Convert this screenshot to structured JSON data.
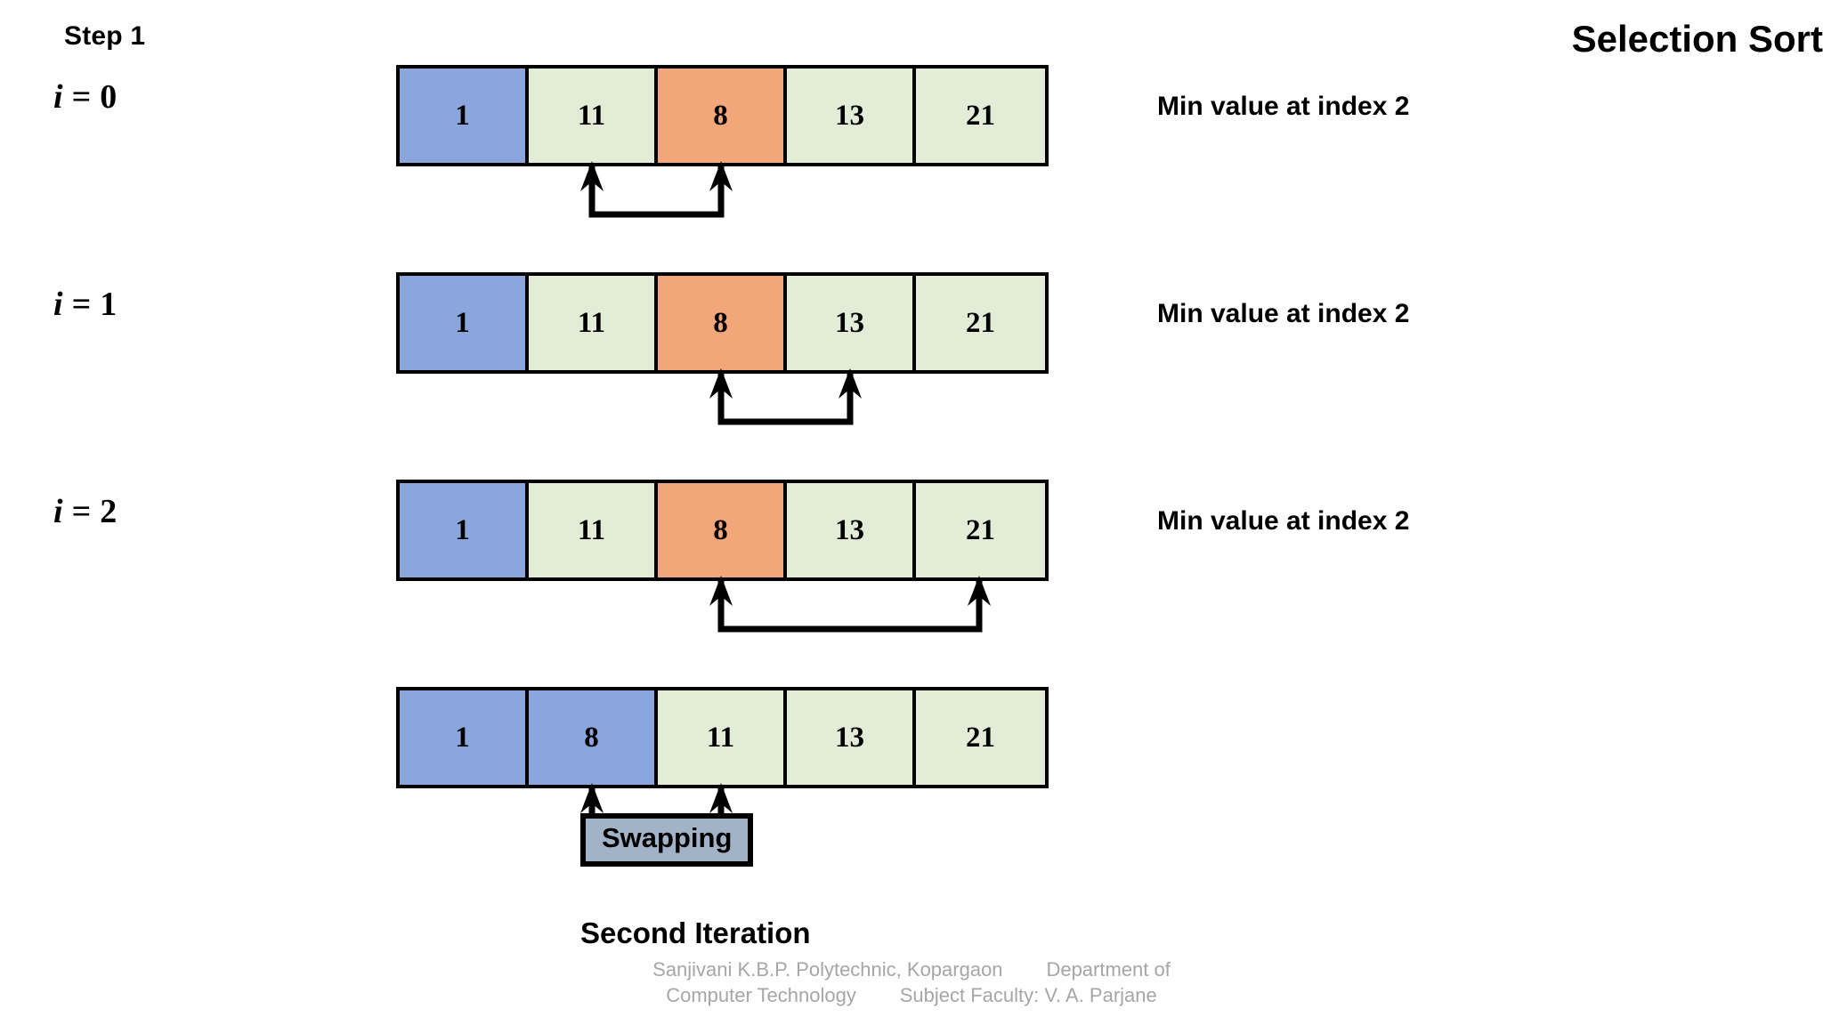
{
  "slide": {
    "step_label": "Step 1",
    "title": "Selection Sort",
    "second_iteration_label": "Second Iteration"
  },
  "rows": [
    {
      "iterator_var": "i",
      "iterator_eq": "=",
      "iterator_value": "0",
      "note": "Min value at index 2",
      "cells": [
        {
          "value": "1",
          "color": "blue"
        },
        {
          "value": "11",
          "color": "green"
        },
        {
          "value": "8",
          "color": "orange"
        },
        {
          "value": "13",
          "color": "green"
        },
        {
          "value": "21",
          "color": "green"
        }
      ],
      "arrow": {
        "from_index": 1,
        "to_index": 2
      }
    },
    {
      "iterator_var": "i",
      "iterator_eq": "=",
      "iterator_value": "1",
      "note": "Min value at index 2",
      "cells": [
        {
          "value": "1",
          "color": "blue"
        },
        {
          "value": "11",
          "color": "green"
        },
        {
          "value": "8",
          "color": "orange"
        },
        {
          "value": "13",
          "color": "green"
        },
        {
          "value": "21",
          "color": "green"
        }
      ],
      "arrow": {
        "from_index": 2,
        "to_index": 3
      }
    },
    {
      "iterator_var": "i",
      "iterator_eq": "=",
      "iterator_value": "2",
      "note": "Min value at index 2",
      "cells": [
        {
          "value": "1",
          "color": "blue"
        },
        {
          "value": "11",
          "color": "green"
        },
        {
          "value": "8",
          "color": "orange"
        },
        {
          "value": "13",
          "color": "green"
        },
        {
          "value": "21",
          "color": "green"
        }
      ],
      "arrow": {
        "from_index": 2,
        "to_index": 4
      }
    },
    {
      "iterator_var": "",
      "iterator_eq": "",
      "iterator_value": "",
      "note": "",
      "cells": [
        {
          "value": "1",
          "color": "blue"
        },
        {
          "value": "8",
          "color": "blue"
        },
        {
          "value": "11",
          "color": "green"
        },
        {
          "value": "13",
          "color": "green"
        },
        {
          "value": "21",
          "color": "green"
        }
      ],
      "arrow": {
        "from_index": 1,
        "to_index": 2
      },
      "badge": "Swapping"
    }
  ],
  "footer": {
    "line1": "Sanjivani K.B.P. Polytechnic, Kopargaon        Department of",
    "line2": "Computer Technology        Subject Faculty: V. A. Parjane"
  },
  "colors": {
    "blue": "#8ba6dd",
    "green": "#e2ecd7",
    "orange": "#f1a77a",
    "badge": "#a3b3c7",
    "stroke": "#000000",
    "footer_text": "#a6a6a6",
    "background": "#ffffff"
  }
}
